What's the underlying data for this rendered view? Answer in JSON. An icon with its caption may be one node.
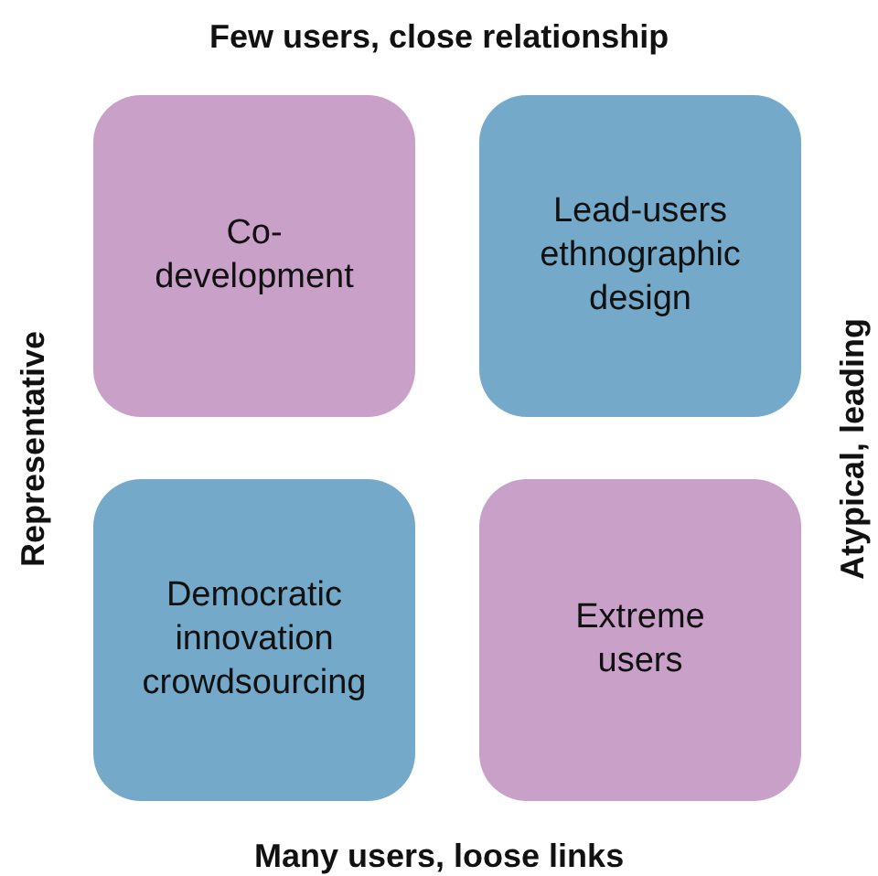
{
  "diagram": {
    "nodes": [
      {
        "text": [
          "Co-development"
        ]
      },
      {
        "text": [
          "Lead-users ethnographic design"
        ]
      },
      {
        "text": [
          "Democratic innovation crowdsourcing"
        ]
      },
      {
        "text": [
          "Extreme users"
        ]
      }
    ],
    "labels": [
      "Few users, close relationship",
      "Representative",
      "Atypical, leading",
      "Many users, loose links"
    ]
  }
}
